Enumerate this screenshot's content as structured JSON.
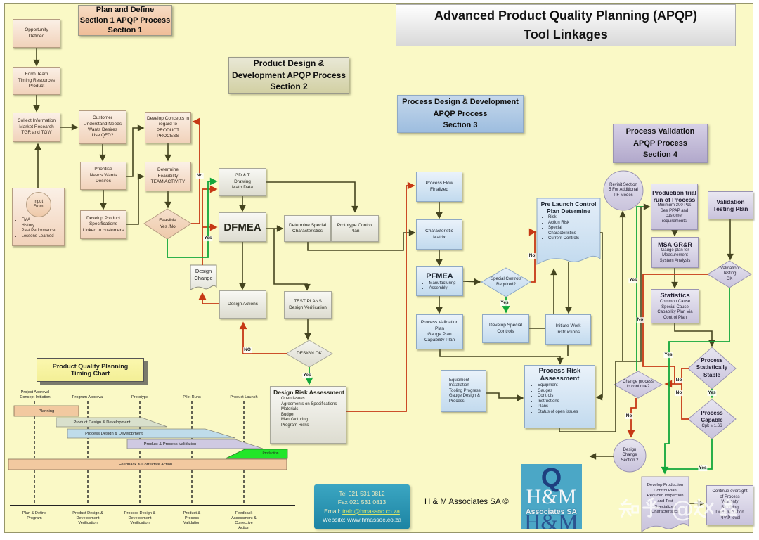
{
  "page": {
    "title": "Advanced Product Quality Planning (APQP)\nTool Linkages",
    "copyright": "H & M Associates SA ©",
    "watermark": "知乎 @赵鑫",
    "background_color": "#faf9c6",
    "arrow_colors": {
      "normal": "#44441f",
      "fail_loop": "#c63814",
      "pass": "#12a73b"
    }
  },
  "sections": {
    "s1": {
      "title": "Plan and Define\nSection 1 APQP Process\nSection 1",
      "color": "#efb992"
    },
    "s2": {
      "title": "Product Design &\nDevelopment APQP Process\nSection 2",
      "color": "#d2d0a4"
    },
    "s3": {
      "title": "Process Design & Development\nAPQP Process\nSection 3",
      "color": "#9dbddf"
    },
    "s4": {
      "title": "Process Validation\nAPQP Process\nSection 4",
      "color": "#b1a8cb"
    }
  },
  "nodes": {
    "opportunity": {
      "label": "Opportunity\nDefined"
    },
    "form_team": {
      "label": "Form Team\nTiming Resources\nProduct"
    },
    "collect_info": {
      "label": "Collect Information\nMarket Research\nTGR and TGW"
    },
    "input_from": {
      "label": "Input\nFrom",
      "items": [
        "FMA",
        "History",
        "Past Performance",
        "Lessons Learned"
      ]
    },
    "customer": {
      "label": "Customer\nUnderstand Needs\nWants Desires\nUse QFD?"
    },
    "prioritise": {
      "label": "Prioritise\nNeeds Wants\nDesires"
    },
    "develop_specs": {
      "label": "Develop Product\nSpecifications\nLinked to customers"
    },
    "develop_concepts": {
      "label": "Develop Concepts in\nregard to\nPRODUCT\nPROCESS"
    },
    "determine_feasibility": {
      "label": "Determine\nFeasibility\nTEAM ACTIVITY"
    },
    "feasible": {
      "label": "Feasible\nYes /No"
    },
    "design_change1": {
      "label": "Design\nChange"
    },
    "gdt": {
      "label": "GD & T\nDrawing\nMath Data"
    },
    "dfmea": {
      "label": "DFMEA"
    },
    "det_special": {
      "label": "Determine Special\nCharacteristics"
    },
    "proto_cp": {
      "label": "Prototype Control\nPlan"
    },
    "design_actions": {
      "label": "Design Actions"
    },
    "test_plans": {
      "label": "TEST PLANS\nDesign Verification"
    },
    "design_ok": {
      "label": "DESIGN OK"
    },
    "dra": {
      "label": "Design Risk Assessment",
      "items": [
        "Open Issues",
        "Agreements on Specifications",
        "Materials",
        "Budget",
        "Manufacturing",
        "Program Risks"
      ]
    },
    "process_flow": {
      "label": "Process Flow\nFinalized"
    },
    "char_matrix": {
      "label": "Characteristic\nMatrix"
    },
    "pfmea": {
      "label": "PFMEA",
      "items": [
        "Manufacturing",
        "Assembly"
      ]
    },
    "s3_pvp": {
      "label": "Process Validation\nPlan\nGauge Plan\nCapability Plan"
    },
    "special_controls": {
      "label": "Special Controls\nRequired?"
    },
    "develop_special": {
      "label": "Develop Special\nControls"
    },
    "initiate_work": {
      "label": "Initiate Work\nInstructions"
    },
    "pre_launch": {
      "label": "Pre Launch Control\nPlan Determine",
      "items": [
        "Risk",
        "Action Risk",
        "Special Characteristics",
        "Current Controls"
      ]
    },
    "equip_install": {
      "items": [
        "Equipment Installation",
        "Tooling Progress",
        "Gauge Design & Process"
      ]
    },
    "pra": {
      "label": "Process Risk\nAssessment",
      "items": [
        "Equipment",
        "Gauges",
        "Controls",
        "Instructions",
        "Plans",
        "Status of open issues"
      ]
    },
    "revisit": {
      "label": "Revisit Section\n5 For Additional\nPF Modes"
    },
    "production_trial": {
      "label": "Production trial\nrun of Process",
      "sub": "Minimum 300 Pcs\nSee PPAP and\ncustomer\nrequirements"
    },
    "validation_testing_plan": {
      "label": "Validation\nTesting Plan"
    },
    "msa_grr": {
      "label": "MSA GR&R",
      "sub": "Gauge plan for\nMeasurement\nSystem Analysis"
    },
    "validation_testing_ok": {
      "label": "Validation\nTesting\nOK"
    },
    "statistics": {
      "label": "Statistics",
      "sub": "Common Cause\nSpecial Cause\nCapability Plan Via\nControl Plan"
    },
    "process_stable": {
      "label": "Process\nStatistically\nStable"
    },
    "process_capable": {
      "label": "Process\nCapable",
      "sub": "Cpk ≥ 1.66"
    },
    "change_process": {
      "label": "Change process\nto continue?"
    },
    "design_change2": {
      "label": "Design\nChange\nSection 2"
    },
    "develop_pcp": {
      "label": "Develop Production\nControl Plan\nReduced Inspection\nand Test\nSpecialized\nCharacteristics"
    },
    "continue_oversight": {
      "label": "Continue oversight\nof Process\nWarranty\nServicing\nDocumentation\nPPAP level"
    }
  },
  "edge_labels": {
    "feasible_no": "No",
    "feasible_yes": "Yes",
    "design_ok_no": "NO",
    "design_ok_yes": "Yes",
    "special_no": "No",
    "special_yes": "Yes",
    "change_yes": "Yes",
    "change_no": "No",
    "vtok_no": "No",
    "vtok_yes": "Yes",
    "pss_no": "No",
    "pss_yes": "Yes",
    "pc_no": "No",
    "pc_yes": "Yes"
  },
  "timing_chart": {
    "title": "Product Quality Planning\nTiming Chart",
    "milestones": [
      "Project Approval\nConcept Initiation",
      "Program Approval",
      "Prototype",
      "Pilot Runs",
      "Product Launch"
    ],
    "bars": [
      {
        "label": "Planning",
        "color": "#f2c9a0"
      },
      {
        "label": "Product Design & Development",
        "color": "#d9e0cc"
      },
      {
        "label": "Process Design & Development",
        "color": "#bfdcea"
      },
      {
        "label": "Product & Process Validation",
        "color": "#cfc9e2"
      },
      {
        "label": "Production",
        "color": "#22e629"
      },
      {
        "label": "Feedback & Corrective Action",
        "color": "#f2c9a0"
      }
    ],
    "axis_labels": [
      "Plan & Define\nProgram",
      "Product Design &\nDevelopment\nVerification",
      "Process Design &\nDevelopment\nVerification",
      "Product &\nProcess\nValidation",
      "Feedback\nAssessment &\nCorrective\nAction"
    ]
  },
  "contact": {
    "tel": "Tel 021 531 0812",
    "fax": "Fax 021 531 0813",
    "email_label": "Email: ",
    "email": "train@hmassoc.co.za",
    "website_label": "Website: ",
    "website": "www.hmassoc.co.za"
  },
  "logo": {
    "q": "Q",
    "hm_top": "H&M",
    "assoc": "Associates SA",
    "hm_bottom": "H&M"
  }
}
